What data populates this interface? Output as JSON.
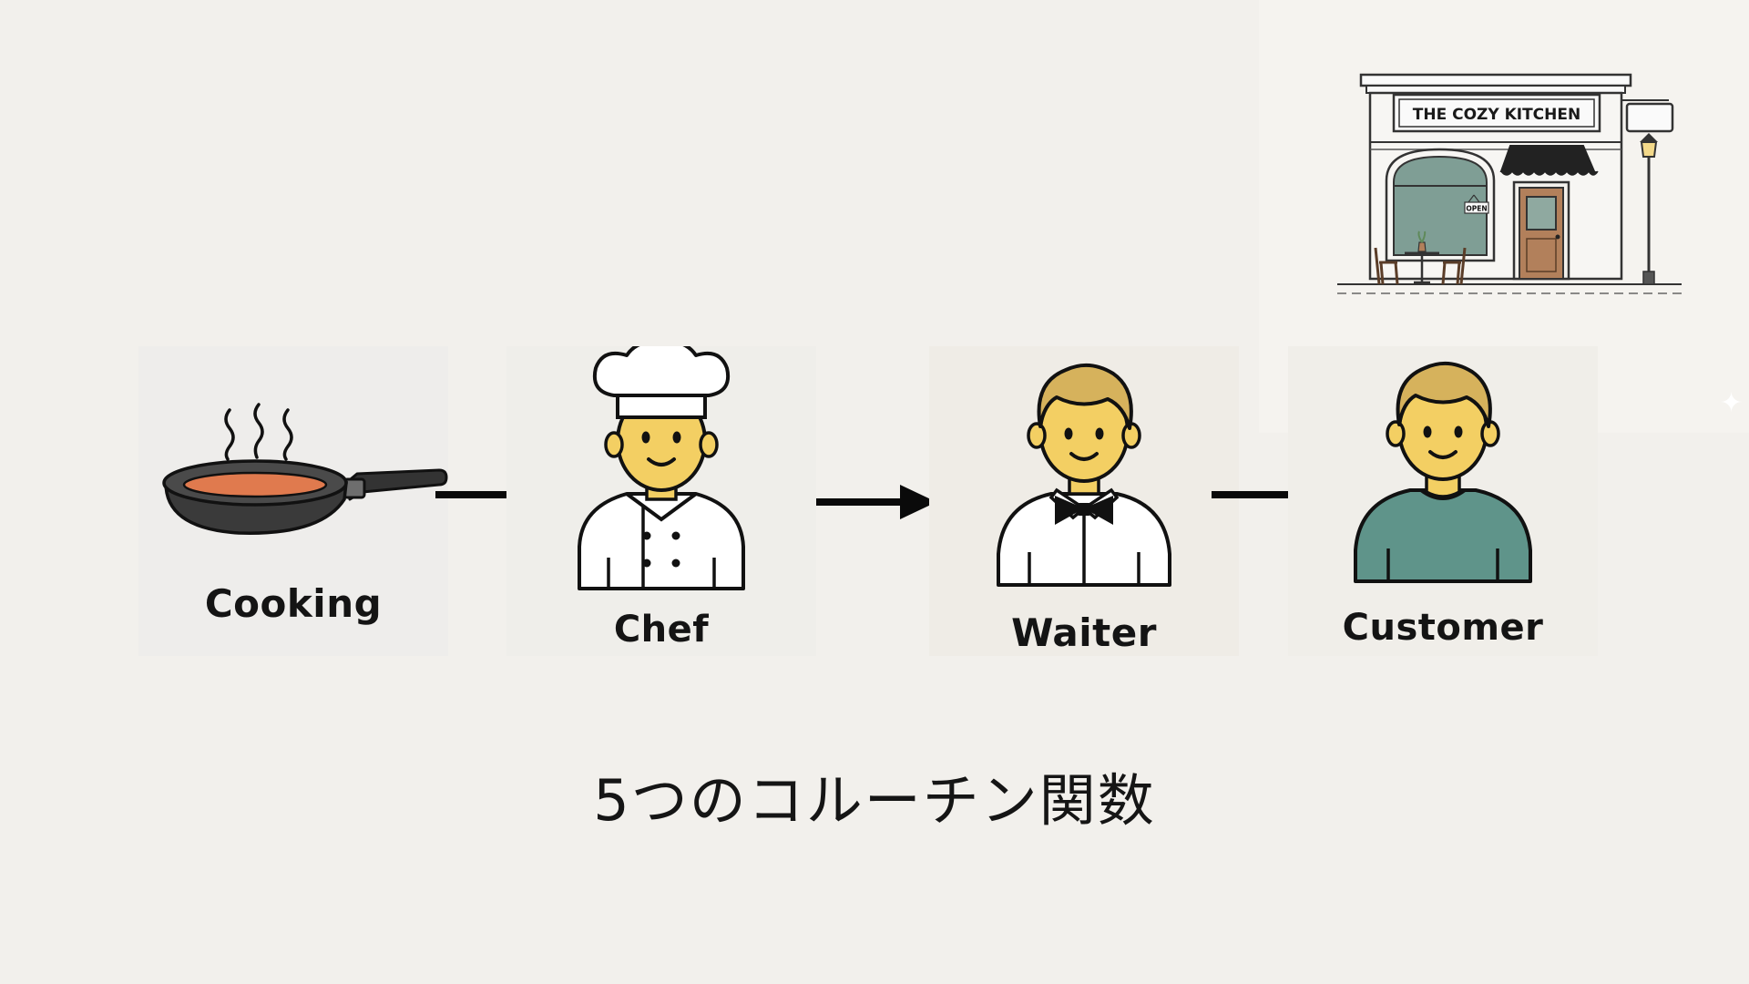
{
  "store": {
    "sign_text": "THE COZY KITCHEN",
    "open_sign": "OPEN"
  },
  "flow": {
    "steps": [
      {
        "label": "Cooking"
      },
      {
        "label": "Chef"
      },
      {
        "label": "Waiter"
      },
      {
        "label": "Customer"
      }
    ]
  },
  "caption": "5つのコルーチン関数",
  "colors": {
    "background": "#f2f0ec",
    "skin": "#f3cf63",
    "hair": "#d6b25c",
    "sweater": "#5f948a",
    "window_glass": "#7f9e95",
    "door": "#b2805b",
    "soup": "#e07a4e",
    "pan": "#3a3a3a",
    "ink": "#111111"
  },
  "icons": [
    "frying-pan-icon",
    "chef-icon",
    "waiter-icon",
    "customer-icon",
    "arrow-right-icon",
    "restaurant-storefront-icon",
    "sparkle-icon"
  ]
}
